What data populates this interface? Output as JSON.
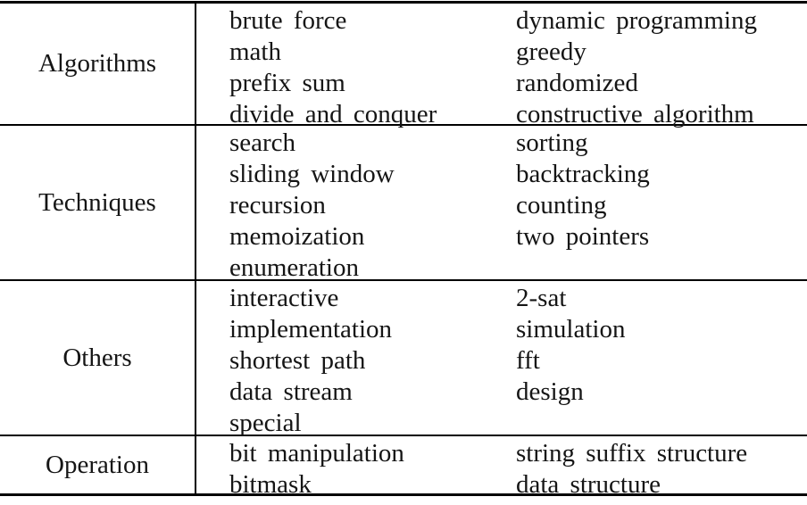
{
  "table": {
    "colors": {
      "text": "#151515",
      "rule": "#000000",
      "background": "#ffffff"
    },
    "rows": [
      {
        "category": "Algorithms",
        "col2": [
          "brute force",
          "math",
          "prefix sum",
          "divide and conquer"
        ],
        "col3": [
          "dynamic programming",
          "greedy",
          "randomized",
          "constructive algorithm"
        ]
      },
      {
        "category": "Techniques",
        "col2": [
          "search",
          "sliding window",
          "recursion",
          "memoization",
          "enumeration"
        ],
        "col3": [
          "sorting",
          "backtracking",
          "counting",
          "two pointers"
        ]
      },
      {
        "category": "Others",
        "col2": [
          "interactive",
          "implementation",
          "shortest path",
          "data stream",
          "special"
        ],
        "col3": [
          "2-sat",
          "simulation",
          "fft",
          "design"
        ]
      },
      {
        "category": "Operation",
        "col2": [
          "bit manipulation",
          "bitmask"
        ],
        "col3": [
          "string suffix structure",
          "data structure"
        ]
      }
    ]
  }
}
